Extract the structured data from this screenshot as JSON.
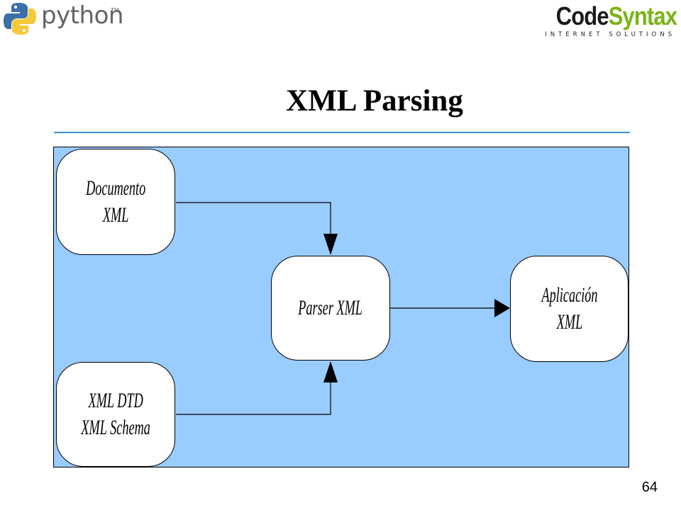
{
  "header": {
    "python_logo": {
      "word": "python",
      "tm": "TM"
    },
    "codesyntax_logo": {
      "code": "Code",
      "syntax": "Syntax",
      "tagline": "INTERNET SOLUTIONS"
    }
  },
  "slide": {
    "title": "XML Parsing",
    "page_number": "64"
  },
  "diagram": {
    "nodes": [
      {
        "id": "documento",
        "line1": "Documento",
        "line2": "XML"
      },
      {
        "id": "dtd",
        "line1": "XML DTD",
        "line2": "XML Schema"
      },
      {
        "id": "parser",
        "line1": "Parser XML"
      },
      {
        "id": "aplicacion",
        "line1": "Aplicación",
        "line2": "XML"
      }
    ],
    "edges": [
      {
        "from": "documento",
        "to": "parser"
      },
      {
        "from": "dtd",
        "to": "parser"
      },
      {
        "from": "parser",
        "to": "aplicacion"
      }
    ],
    "colors": {
      "background": "#99ccff",
      "node_fill": "#ffffff",
      "line": "#000000",
      "rule": "#3d8fd4"
    }
  }
}
